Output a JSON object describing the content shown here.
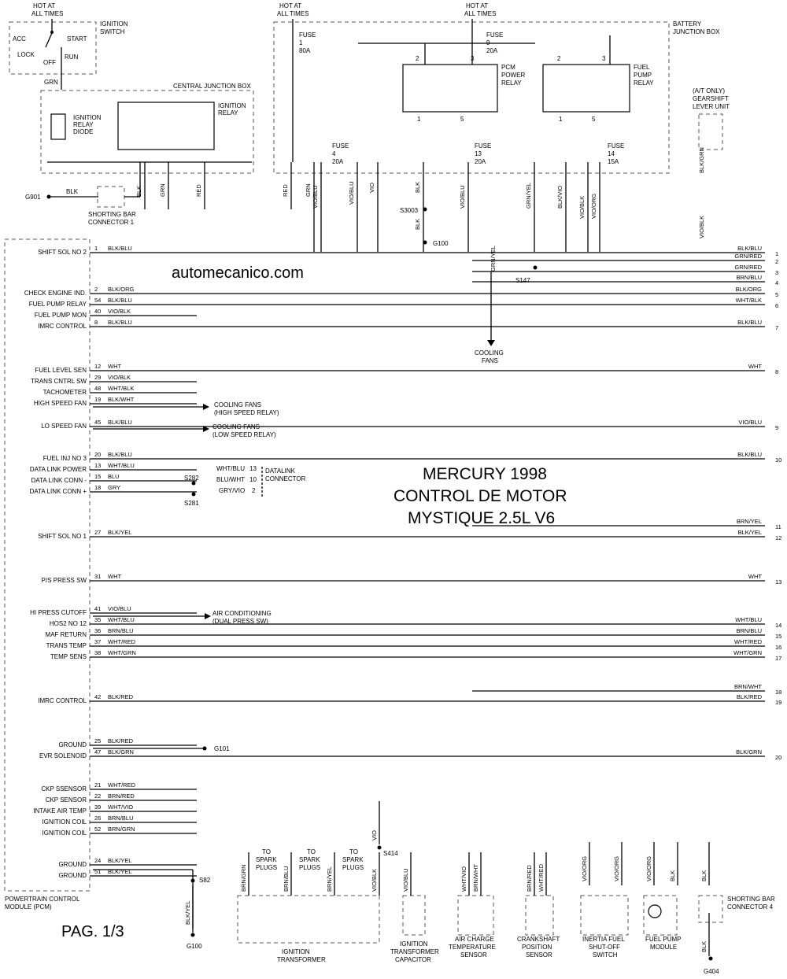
{
  "watermark": "automecanico.com",
  "title": {
    "line1": "MERCURY 1998",
    "line2": "CONTROL DE MOTOR",
    "line3": "MYSTIQUE 2.5L V6"
  },
  "page": "PAG. 1/3",
  "top": {
    "hot1a": "HOT AT",
    "hot1b": "ALL TIMES",
    "hot2a": "HOT AT",
    "hot2b": "ALL TIMES",
    "hot3a": "HOT AT",
    "hot3b": "ALL TIMES",
    "ign_switch_a": "IGNITION",
    "ign_switch_b": "SWITCH",
    "acc": "ACC",
    "start": "START",
    "lock": "LOCK",
    "off": "OFF",
    "run": "RUN",
    "grn": "GRN",
    "cjb": "CENTRAL JUNCTION BOX",
    "ign_diode_a": "IGNITION",
    "ign_diode_b": "RELAY",
    "ign_diode_c": "DIODE",
    "ign_relay_a": "IGNITION",
    "ign_relay_b": "RELAY",
    "bjb_a": "BATTERY",
    "bjb_b": "JUNCTION BOX",
    "fuse1_a": "FUSE",
    "fuse1_b": "1",
    "fuse1_c": "80A",
    "fuse9_a": "FUSE",
    "fuse9_b": "9",
    "fuse9_c": "20A",
    "fuse4_a": "FUSE",
    "fuse4_b": "4",
    "fuse4_c": "20A",
    "fuse13_a": "FUSE",
    "fuse13_b": "13",
    "fuse13_c": "20A",
    "fuse14_a": "FUSE",
    "fuse14_b": "14",
    "fuse14_c": "15A",
    "pcm_relay_a": "PCM",
    "pcm_relay_b": "POWER",
    "pcm_relay_c": "RELAY",
    "fp_relay_a": "FUEL",
    "fp_relay_b": "PUMP",
    "fp_relay_c": "RELAY",
    "gear_a": "(A/T ONLY)",
    "gear_b": "GEARSHIFT",
    "gear_c": "LEVER UNIT",
    "g901": "G901",
    "blk": "BLK",
    "sbc1_a": "SHORTING BAR",
    "sbc1_b": "CONNECTOR 1",
    "s3003": "S3003",
    "g100": "G100",
    "s147": "S147",
    "cool_a": "COOLING",
    "cool_b": "FANS",
    "pin1": "1",
    "pin2": "2",
    "pin3": "3",
    "pin5": "5"
  },
  "vwires": [
    "BLK",
    "GRN",
    "RED",
    "RED",
    "GRN",
    "VIO/BLU",
    "VIO/BLU",
    "VIO",
    "BLK",
    "VIO/BLU",
    "GRN/YEL",
    "BLK/VIO",
    "VIO/BLK",
    "VIO/ORG",
    "BLK/GRN",
    "VIO/BLK",
    "BLK",
    "GRN/YEL"
  ],
  "pcm_rows": [
    {
      "label": "SHIFT SOL NO 2",
      "pin": "1",
      "left": "BLK/BLU",
      "right": "BLK/BLU",
      "num": "1"
    },
    {
      "label": "",
      "pin": "",
      "left": "",
      "right": "GRN/RED",
      "num": "2"
    },
    {
      "label": "",
      "pin": "",
      "left": "",
      "right": "GRN/RED",
      "num": "3"
    },
    {
      "label": "",
      "pin": "",
      "left": "",
      "right": "BRN/BLU",
      "num": "4"
    },
    {
      "label": "CHECK ENGINE IND.",
      "pin": "2",
      "left": "BLK/ORG",
      "right": "BLK/ORG",
      "num": "5"
    },
    {
      "label": "FUEL PUMP RELAY",
      "pin": "54",
      "left": "BLK/BLU",
      "right": "WHT/BLK",
      "num": "6"
    },
    {
      "label": "FUEL PUMP MON",
      "pin": "40",
      "left": "VIO/BLK",
      "right": "",
      "num": ""
    },
    {
      "label": "IMRC CONTROL",
      "pin": "8",
      "left": "BLK/BLU",
      "right": "BLK/BLU",
      "num": "7"
    },
    {
      "label": "FUEL LEVEL SEN",
      "pin": "12",
      "left": "WHT",
      "right": "WHT",
      "num": "8"
    },
    {
      "label": "TRANS CNTRL SW",
      "pin": "29",
      "left": "VIO/BLK",
      "right": "",
      "num": ""
    },
    {
      "label": "TACHOMETER",
      "pin": "48",
      "left": "WHT/BLK",
      "right": "",
      "num": ""
    },
    {
      "label": "HIGH SPEED FAN",
      "pin": "19",
      "left": "BLK/WHT",
      "right": "",
      "num": ""
    },
    {
      "label": "LO SPEED FAN",
      "pin": "45",
      "left": "BLK/BLU",
      "right": "VIO/BLU",
      "num": "9"
    },
    {
      "label": "FUEL INJ NO 3",
      "pin": "20",
      "left": "BLK/BLU",
      "right": "BLK/BLU",
      "num": "10"
    },
    {
      "label": "DATA LINK POWER",
      "pin": "13",
      "left": "WHT/BLU",
      "right": "",
      "num": ""
    },
    {
      "label": "DATA LINK CONN -",
      "pin": "15",
      "left": "BLU",
      "right": "",
      "num": ""
    },
    {
      "label": "DATA LINK CONN +",
      "pin": "18",
      "left": "GRY",
      "right": "",
      "num": ""
    },
    {
      "label": "",
      "pin": "",
      "left": "",
      "right": "BRN/YEL",
      "num": "11"
    },
    {
      "label": "SHIFT SOL NO 1",
      "pin": "27",
      "left": "BLK/YEL",
      "right": "BLK/YEL",
      "num": "12"
    },
    {
      "label": "P/S PRESS SW",
      "pin": "31",
      "left": "WHT",
      "right": "WHT",
      "num": "13"
    },
    {
      "label": "HI PRESS CUTOFF",
      "pin": "41",
      "left": "VIO/BLU",
      "right": "",
      "num": ""
    },
    {
      "label": "HOS2 NO 12",
      "pin": "35",
      "left": "WHT/BLU",
      "right": "WHT/BLU",
      "num": "14"
    },
    {
      "label": "MAF RETURN",
      "pin": "36",
      "left": "BRN/BLU",
      "right": "BRN/BLU",
      "num": "15"
    },
    {
      "label": "TRANS TEMP",
      "pin": "37",
      "left": "WHT/RED",
      "right": "WHT/RED",
      "num": "16"
    },
    {
      "label": "TEMP SENS",
      "pin": "38",
      "left": "WHT/GRN",
      "right": "WHT/GRN",
      "num": "17"
    },
    {
      "label": "",
      "pin": "",
      "left": "",
      "right": "BRN/WHT",
      "num": "18"
    },
    {
      "label": "IMRC CONTROL",
      "pin": "42",
      "left": "BLK/RED",
      "right": "BLK/RED",
      "num": "19"
    },
    {
      "label": "GROUND",
      "pin": "25",
      "left": "BLK/RED",
      "right": "",
      "num": ""
    },
    {
      "label": "EVR SOLENOID",
      "pin": "47",
      "left": "BLK/GRN",
      "right": "BLK/GRN",
      "num": "20"
    },
    {
      "label": "CKP SSENSOR",
      "pin": "21",
      "left": "WHT/RED",
      "right": "",
      "num": ""
    },
    {
      "label": "CKP SENSOR",
      "pin": "22",
      "left": "BRN/RED",
      "right": "",
      "num": ""
    },
    {
      "label": "INTAKE AIR TEMP",
      "pin": "39",
      "left": "WHT/VIO",
      "right": "",
      "num": ""
    },
    {
      "label": "IGNITION COIL",
      "pin": "26",
      "left": "BRN/BLU",
      "right": "",
      "num": ""
    },
    {
      "label": "IGNITION COIL",
      "pin": "52",
      "left": "BRN/GRN",
      "right": "",
      "num": ""
    },
    {
      "label": "GROUND",
      "pin": "24",
      "left": "BLK/YEL",
      "right": "",
      "num": ""
    },
    {
      "label": "GROUND",
      "pin": "51",
      "left": "BLK/YEL",
      "right": "",
      "num": ""
    }
  ],
  "mid": {
    "cf_hi_a": "COOLING FANS",
    "cf_hi_b": "(HIGH SPEED RELAY)",
    "cf_lo_a": "COOLING FANS",
    "cf_lo_b": "(LOW SPEED RELAY)",
    "dl_a": "DATALINK",
    "dl_b": "CONNECTOR",
    "dl1": "WHT/BLU",
    "dl1n": "13",
    "dl2": "BLU/WHT",
    "dl2n": "10",
    "dl3": "GRY/VIO",
    "dl3n": "2",
    "s282": "S282",
    "s281": "S281",
    "ac_a": "AIR CONDITIONING",
    "ac_b": "(DUAL PRESS SW)",
    "g101": "G101",
    "s82": "S82",
    "s414": "S414",
    "pcm_a": "POWERTRAIN CONTROL",
    "pcm_b": "MODULE (PCM)"
  },
  "bottom": {
    "to_spark": "TO",
    "spark": "SPARK",
    "plugs": "PLUGS",
    "it_a": "IGNITION",
    "it_b": "TRANSFORMER",
    "itc_a": "IGNITION",
    "itc_b": "TRANSFORMER",
    "itc_c": "CAPACITOR",
    "act_a": "AIR CHARGE",
    "act_b": "TEMPERATURE",
    "act_c": "SENSOR",
    "ckp_a": "CRANKSHAFT",
    "ckp_b": "POSITION",
    "ckp_c": "SENSOR",
    "inertia_a": "INERTIA FUEL",
    "inertia_b": "SHUT-OFF",
    "inertia_c": "SWITCH",
    "fp_a": "FUEL PUMP",
    "fp_b": "MODULE",
    "sbc4_a": "SHORTING BAR",
    "sbc4_b": "CONNECTOR 4",
    "g100": "G100",
    "g404": "G404",
    "w": [
      "BRN/GRN",
      "BRN/BLU",
      "BRN/YEL",
      "VIO/BLK",
      "VIO/BLU",
      "WHT/VIO",
      "BRN/WHT",
      "BRN/RED",
      "WHT/RED",
      "VIO/ORG",
      "VIO/ORG",
      "VIO/ORG",
      "BLK",
      "BLK",
      "BLK/YEL",
      "BLK",
      "VIO"
    ]
  }
}
